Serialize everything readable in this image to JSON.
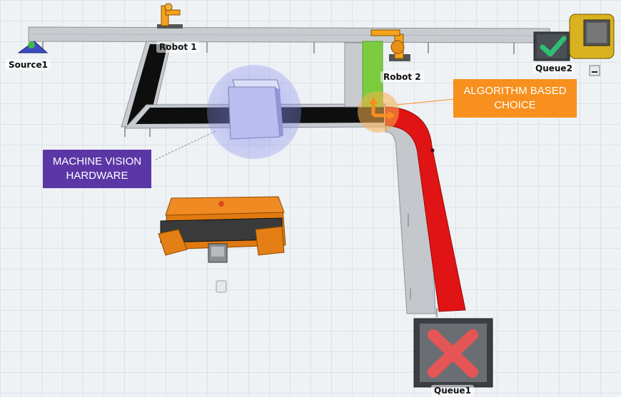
{
  "objects": {
    "source1": "Source1",
    "robot1": "Robot 1",
    "robot2": "Robot 2",
    "queue1": "Queue1",
    "queue2": "Queue2"
  },
  "callouts": {
    "vision_line1": "MACHINE VISION",
    "vision_line2": "HARDWARE",
    "algo_line1": "ALGORITHM BASED",
    "algo_line2": "CHOICE"
  },
  "colors": {
    "vision_callout": "#5b37a6",
    "algo_callout": "#f7901e",
    "reject_conveyor": "#e01414",
    "accept_conveyor": "#7ccc3f",
    "main_conveyor": "#0e0e0e"
  },
  "icons": {
    "queue1": "x-mark-icon",
    "queue2": "checkmark-icon"
  }
}
